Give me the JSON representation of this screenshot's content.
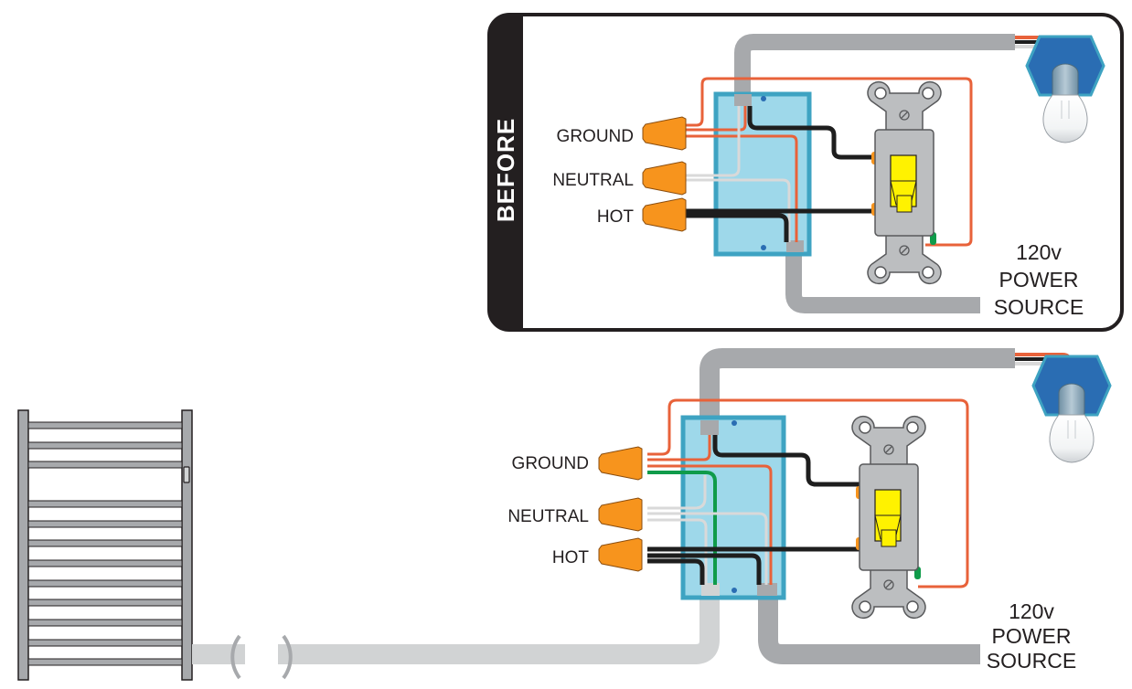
{
  "diagram": {
    "before_panel": {
      "heading": "BEFORE",
      "labels": {
        "ground": "GROUND",
        "neutral": "NEUTRAL",
        "hot": "HOT",
        "power_line1": "120v",
        "power_line2": "POWER",
        "power_line3": "SOURCE"
      }
    },
    "after_panel": {
      "labels": {
        "ground": "GROUND",
        "neutral": "NEUTRAL",
        "hot": "HOT",
        "power_line1": "120v",
        "power_line2": "POWER",
        "power_line3": "SOURCE"
      }
    },
    "components": [
      "towel-warmer",
      "junction-box",
      "light-switch",
      "light-fixture",
      "wire-nuts",
      "cables"
    ],
    "colors": {
      "ground_wire": "#e8623a",
      "ground_green": "#0f9b4a",
      "neutral_wire": "#d9d9d9",
      "hot_wire": "#1e1e1e",
      "cable_gray": "#a7a9ac",
      "cable_light": "#d1d3d4",
      "box_fill": "#9ed8ea",
      "box_border": "#3ea3c2",
      "wire_nut": "#f7941d",
      "switch_body": "#bcbec0",
      "toggle": "#fff200",
      "fixture": "#2a6db3",
      "panel_dark": "#231f20"
    }
  }
}
